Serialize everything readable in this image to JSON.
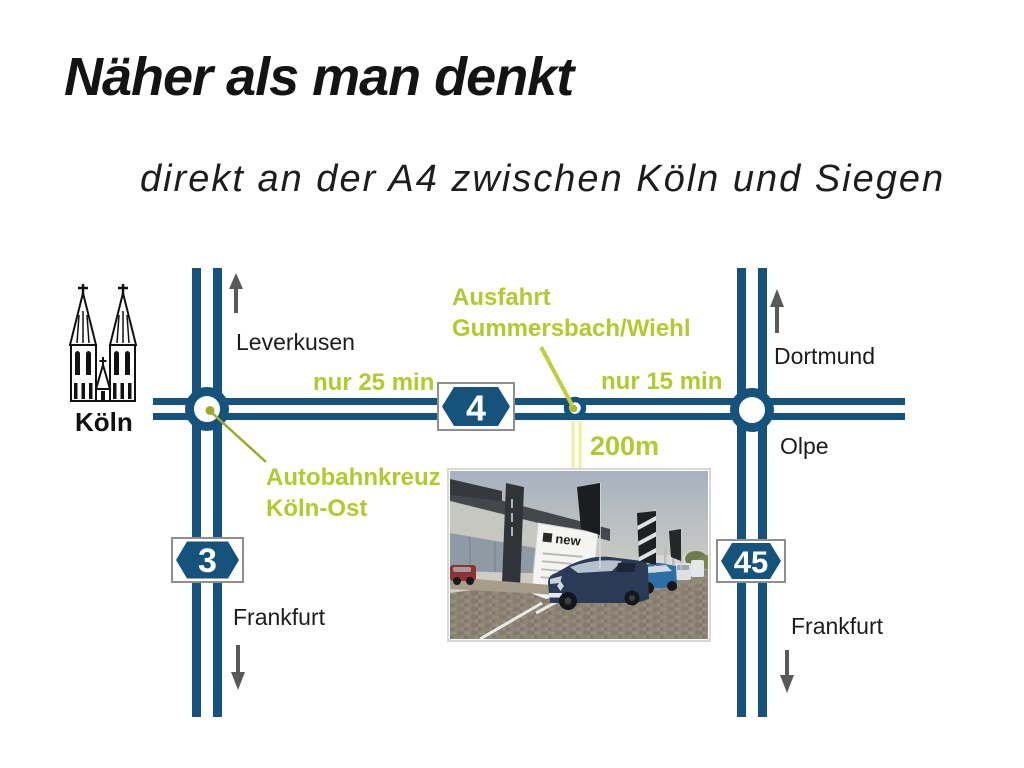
{
  "header": {
    "title": "Näher als man denkt",
    "subtitle": "direkt an der A4 zwischen Köln und Siegen"
  },
  "map": {
    "cities": {
      "koeln": "Köln",
      "leverkusen": "Leverkusen",
      "dortmund": "Dortmund",
      "olpe": "Olpe",
      "frankfurt_south_west": "Frankfurt",
      "frankfurt_south_east": "Frankfurt"
    },
    "highway_shields": {
      "a4": "4",
      "a3": "3",
      "a45": "45"
    },
    "annotations": {
      "exit_line1": "Ausfahrt",
      "exit_line2": "Gummersbach/Wiehl",
      "junction_line1": "Autobahnkreuz",
      "junction_line2": "Köln-Ost",
      "drive_time_west": "nur 25 min",
      "drive_time_east": "nur 15 min",
      "distance_marker": "200m"
    },
    "colors": {
      "road_blue": "#15537d",
      "accent_green": "#b2ca2d",
      "pointer_olive": "#9daa2d",
      "marker_pale_yellow": "#eef0a0",
      "arrow_gray": "#58595b"
    }
  },
  "photo": {
    "dealer_sign_text": "new"
  }
}
